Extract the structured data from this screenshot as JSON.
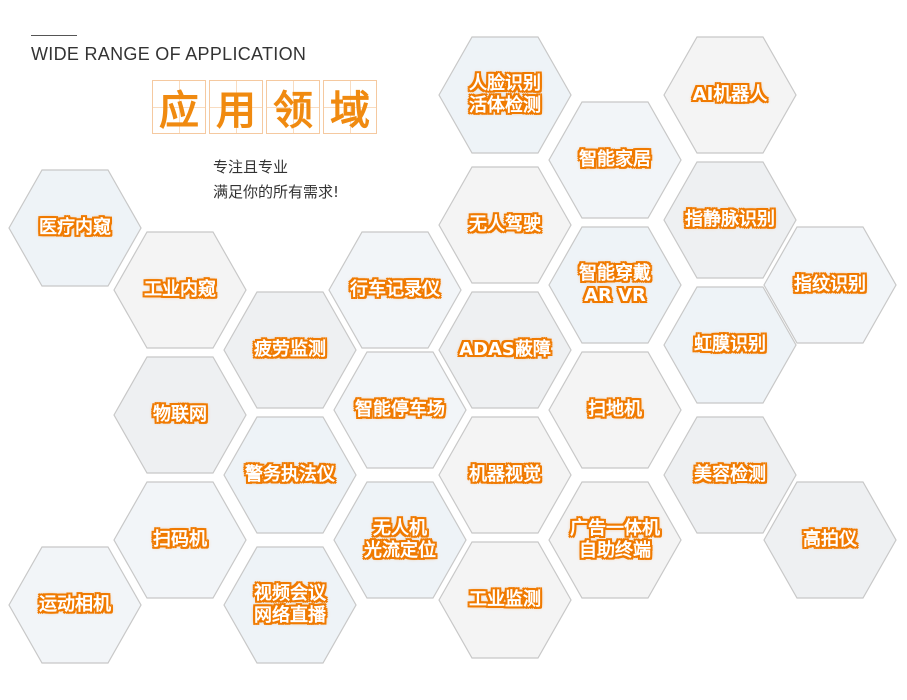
{
  "header": {
    "subtitle_en": "WIDE RANGE OF APPLICATION",
    "title_chars": [
      "应",
      "用",
      "领",
      "域"
    ],
    "slogan_line1": "专注且专业",
    "slogan_line2": "满足你的所有需求!"
  },
  "colors": {
    "accent": "#f07a00",
    "hex_border": "#c8c8c8"
  },
  "applications": [
    {
      "label": "医疗内窥"
    },
    {
      "label": "工业内窥"
    },
    {
      "label": "疲劳监测"
    },
    {
      "label": "行车记录仪"
    },
    {
      "label": "人脸识别\n活体检测"
    },
    {
      "label": "无人驾驶"
    },
    {
      "label": "ADAS蔽障"
    },
    {
      "label": "智能家居"
    },
    {
      "label": "智能穿戴\nAR VR"
    },
    {
      "label": "AI机器人"
    },
    {
      "label": "指静脉识别"
    },
    {
      "label": "指纹识别"
    },
    {
      "label": "虹膜识别"
    },
    {
      "label": "扫地机"
    },
    {
      "label": "物联网"
    },
    {
      "label": "智能停车场"
    },
    {
      "label": "警务执法仪"
    },
    {
      "label": "机器视觉"
    },
    {
      "label": "美容检测"
    },
    {
      "label": "扫码机"
    },
    {
      "label": "无人机\n光流定位"
    },
    {
      "label": "广告一体机\n自助终端"
    },
    {
      "label": "高拍仪"
    },
    {
      "label": "运动相机"
    },
    {
      "label": "视频会议\n网络直播"
    },
    {
      "label": "工业监测"
    }
  ]
}
